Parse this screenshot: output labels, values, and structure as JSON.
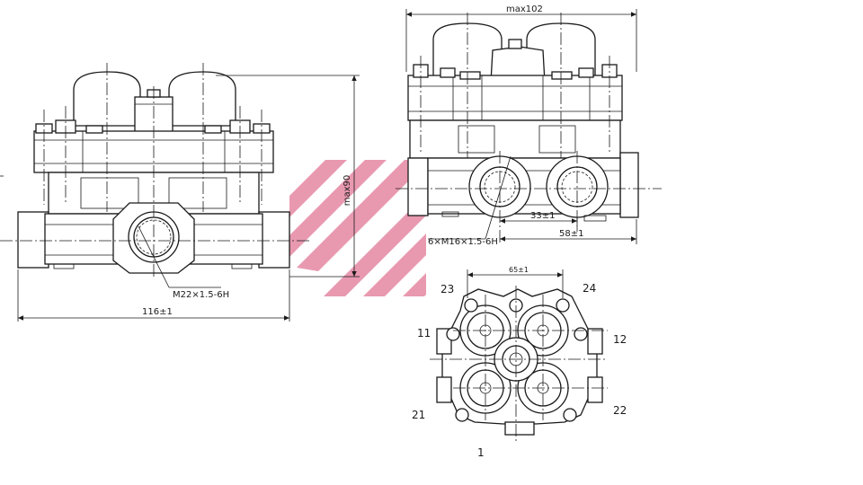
{
  "dimensions": {
    "front_width": "116±1",
    "front_height": "max90",
    "front_thread": "M22×1.5-6H",
    "side_width": "max102",
    "side_offset_33": "33±1",
    "side_offset_58": "58±1",
    "side_thread": "6×M16×1.5-6H",
    "bottom_spacing": "65±1"
  },
  "ports": {
    "p23": "23",
    "p24": "24",
    "p11": "11",
    "p12": "12",
    "p21": "21",
    "p22": "22",
    "p1": "1"
  },
  "colors": {
    "line": "#1a1a1a",
    "watermark": "#d9577d"
  }
}
